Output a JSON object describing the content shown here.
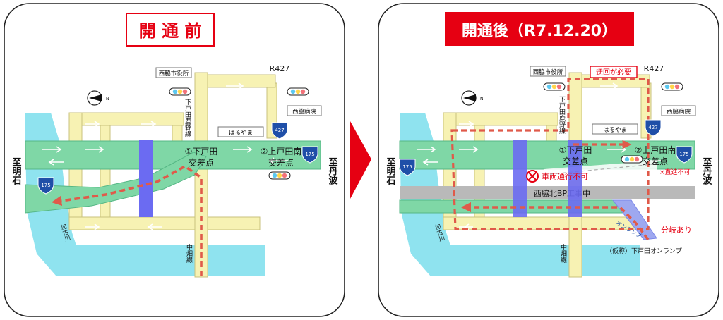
{
  "colors": {
    "road": "#f7f2b3",
    "road_edge": "#c9c27c",
    "highway": "#7fd7a6",
    "construction": "#b9b9b9",
    "water": "#8fe3ef",
    "bridge": "#6b6bf2",
    "detour": "#e05a4a",
    "red": "#e60012",
    "shield": "#1f4fa8"
  },
  "before": {
    "title": "開 通 前",
    "labels": {
      "city_office": "西脇市役所",
      "route_427": "R427",
      "hospital": "西脇病院",
      "haruyama": "はるやま",
      "shimotoda_road": "下戸田鹿野線",
      "nakabata_road": "中畑線",
      "kakogawa": "加古川",
      "to_akashi": "至明石",
      "to_tamba": "至丹波",
      "cross1_line1": "①下戸田",
      "cross1_line2": "交差点",
      "cross2_line1": "②上戸田南",
      "cross2_line2": "交差点",
      "r175": "175",
      "r427": "427"
    }
  },
  "after": {
    "title": "開通後（R7.12.20）",
    "labels": {
      "city_office": "西脇市役所",
      "route_427": "R427",
      "hospital": "西脇病院",
      "haruyama": "はるやま",
      "shimotoda_road": "下戸田鹿野線",
      "nakabata_road": "中畑線",
      "kakogawa": "加古川",
      "to_akashi": "至明石",
      "to_tamba": "至丹波",
      "cross1_line1": "①下戸田",
      "cross1_line2": "交差点",
      "cross2_line1": "②上戸田南",
      "cross2_line2": "交差点",
      "r175": "175",
      "r427": "427",
      "detour_needed": "迂回が必要",
      "no_vehicles": "車両通行不可",
      "no_straight": "×直進不可",
      "construction": "西脇北BP工事中",
      "ramp": "オンランプ",
      "ramp_name": "（仮称）下戸田オンランプ",
      "branch": "分岐あり"
    }
  }
}
